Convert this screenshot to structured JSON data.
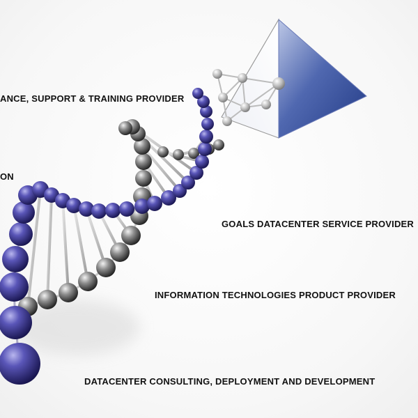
{
  "labels": {
    "support": "ANCE, SUPPORT & TRAINING PROVIDER",
    "partial_on": "ON",
    "goals": "GOALS DATACENTER SERVICE PROVIDER",
    "info": "INFORMATION TECHNOLOGIES PRODUCT PROVIDER",
    "consult": "DATACENTER CONSULTING, DEPLOYMENT AND DEVELOPMENT"
  },
  "colors": {
    "purple_sphere": "#2e2a7a",
    "silver_sphere": "#4a4a4a",
    "rung": "#bdbdbd",
    "pyramid_face": "#3e56a3",
    "pyramid_edge": "#9a9a9a"
  },
  "icons": {
    "dna": "dna-helix-illustration",
    "pyramid": "pyramid-illustration"
  }
}
